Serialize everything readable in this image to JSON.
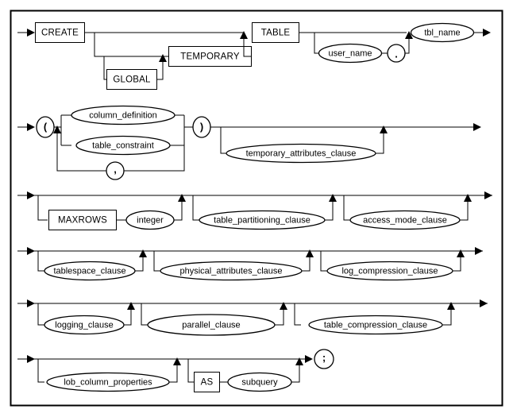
{
  "diagram": {
    "title": "CREATE TABLE syntax diagram",
    "type": "railroad-syntax-diagram",
    "colors": {
      "background": "#ffffff",
      "line": "#000000",
      "text": "#000000",
      "frame": "#000000"
    },
    "frame": {
      "visible": true
    },
    "rows": [
      {
        "id": "row-1",
        "nodes": [
          {
            "id": "create",
            "label": "CREATE",
            "shape": "box"
          },
          {
            "id": "global",
            "label": "GLOBAL",
            "shape": "box"
          },
          {
            "id": "temporary",
            "label": "TEMPORARY",
            "shape": "box"
          },
          {
            "id": "table",
            "label": "TABLE",
            "shape": "box"
          },
          {
            "id": "user_name",
            "label": "user_name",
            "shape": "oval"
          },
          {
            "id": "dot",
            "label": ".",
            "shape": "circle"
          },
          {
            "id": "tbl_name",
            "label": "tbl_name",
            "shape": "oval"
          }
        ]
      },
      {
        "id": "row-2",
        "nodes": [
          {
            "id": "lparen",
            "label": "(",
            "shape": "circle"
          },
          {
            "id": "column_definition",
            "label": "column_definition",
            "shape": "oval"
          },
          {
            "id": "table_constraint",
            "label": "table_constraint",
            "shape": "oval"
          },
          {
            "id": "comma",
            "label": ",",
            "shape": "circle"
          },
          {
            "id": "rparen",
            "label": ")",
            "shape": "circle"
          },
          {
            "id": "temporary_attributes_clause",
            "label": "temporary_attributes_clause",
            "shape": "oval"
          }
        ]
      },
      {
        "id": "row-3",
        "nodes": [
          {
            "id": "maxrows",
            "label": "MAXROWS",
            "shape": "box"
          },
          {
            "id": "integer",
            "label": "integer",
            "shape": "oval"
          },
          {
            "id": "table_partitioning_clause",
            "label": "table_partitioning_clause",
            "shape": "oval"
          },
          {
            "id": "access_mode_clause",
            "label": "access_mode_clause",
            "shape": "oval"
          }
        ]
      },
      {
        "id": "row-4",
        "nodes": [
          {
            "id": "tablespace_clause",
            "label": "tablespace_clause",
            "shape": "oval"
          },
          {
            "id": "physical_attributes_clause",
            "label": "physical_attributes_clause",
            "shape": "oval"
          },
          {
            "id": "log_compression_clause",
            "label": "log_compression_clause",
            "shape": "oval"
          }
        ]
      },
      {
        "id": "row-5",
        "nodes": [
          {
            "id": "logging_clause",
            "label": "logging_clause",
            "shape": "oval"
          },
          {
            "id": "parallel_clause",
            "label": "parallel_clause",
            "shape": "oval"
          },
          {
            "id": "table_compression_clause",
            "label": "table_compression_clause",
            "shape": "oval"
          }
        ]
      },
      {
        "id": "row-6",
        "nodes": [
          {
            "id": "lob_column_properties",
            "label": "lob_column_properties",
            "shape": "oval"
          },
          {
            "id": "as",
            "label": "AS",
            "shape": "box"
          },
          {
            "id": "subquery",
            "label": "subquery",
            "shape": "oval"
          },
          {
            "id": "semicolon",
            "label": ";",
            "shape": "circle"
          }
        ]
      }
    ]
  }
}
